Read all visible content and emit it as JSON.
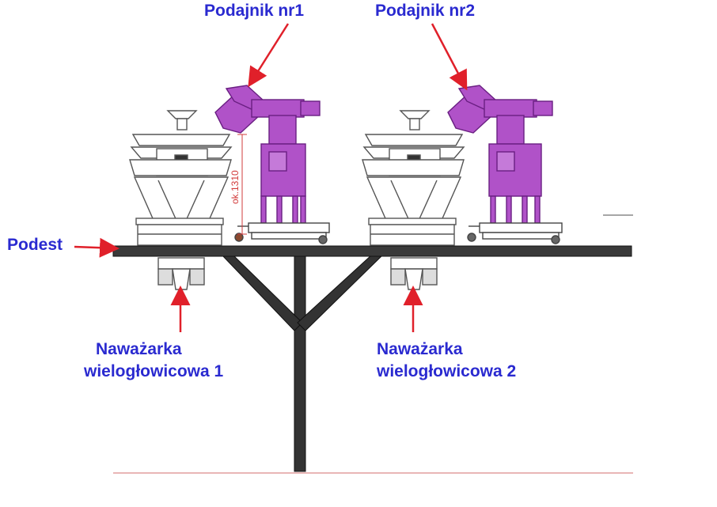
{
  "labels": {
    "feeder1": "Podajnik nr1",
    "feeder2": "Podajnik nr2",
    "platform": "Podest",
    "weigher1_line1": "Naważarka",
    "weigher1_line2": "wielogłowicowa 1",
    "weigher2_line1": "Naważarka",
    "weigher2_line2": "wielogłowicowa 2",
    "dimension": "ok.1310"
  },
  "colors": {
    "label_text": "#2a2ad0",
    "arrow": "#e0202a",
    "feeder": "#b052c8",
    "feeder_dark": "#7a2a92",
    "frame": "#2b2b2b",
    "weigher_outline": "#555555"
  }
}
